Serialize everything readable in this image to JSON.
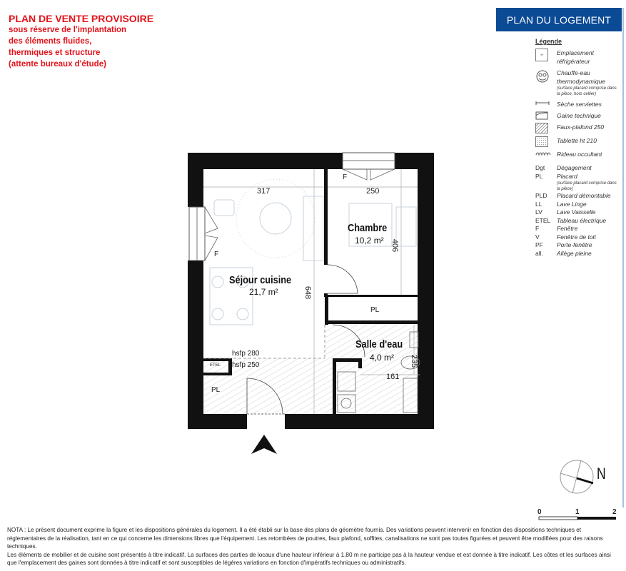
{
  "warning": {
    "title": "PLAN DE VENTE PROVISOIRE",
    "lines": [
      "sous réserve de l'implantation",
      "des éléments fluides,",
      "thermiques et structure",
      "(attente bureaux d'étude)"
    ]
  },
  "header": {
    "title": "PLAN DU LOGEMENT"
  },
  "legend": {
    "title": "Légende",
    "symbols": [
      {
        "icon": "fridge-location-icon",
        "label": "Emplacement réfrigérateur"
      },
      {
        "icon": "water-heater-icon",
        "label": "Chauffe-eau thermodynamique",
        "note": "(surface placard comprise dans la pièce, hors cellier)"
      },
      {
        "icon": "towel-dryer-icon",
        "label": "Sèche serviettes"
      },
      {
        "icon": "technical-duct-icon",
        "label": "Gaine technique"
      },
      {
        "icon": "false-ceiling-icon",
        "label": "Faux-plafond 250"
      },
      {
        "icon": "shelf-icon",
        "label": "Tablette ht 210"
      },
      {
        "icon": "blackout-curtain-icon",
        "label": "Rideau occultant"
      }
    ],
    "abbreviations": [
      {
        "abbr": "Dgt",
        "label": "Dégagement"
      },
      {
        "abbr": "PL",
        "label": "Placard",
        "note": "(surface placard comprise dans la pièce)"
      },
      {
        "abbr": "PLD",
        "label": "Placard démontable"
      },
      {
        "abbr": "LL",
        "label": "Lave Linge"
      },
      {
        "abbr": "LV",
        "label": "Lave Vaisselle"
      },
      {
        "abbr": "ETEL",
        "label": "Tableau électrique"
      },
      {
        "abbr": "F",
        "label": "Fenêtre"
      },
      {
        "abbr": "V",
        "label": "Fenêtre de toit"
      },
      {
        "abbr": "PF",
        "label": "Porte-fenêtre"
      },
      {
        "abbr": "all.",
        "label": "Allège pleine"
      }
    ]
  },
  "plan": {
    "rooms": [
      {
        "name": "Séjour cuisine",
        "area": "21,7 m²"
      },
      {
        "name": "Chambre",
        "area": "10,2 m²"
      },
      {
        "name": "Salle d'eau",
        "area": "4,0 m²"
      }
    ],
    "dimensions": {
      "sejour_width": "317",
      "sejour_depth": "648",
      "chambre_width": "250",
      "chambre_depth": "406",
      "sde_width": "161",
      "sde_depth": "235"
    },
    "labels": {
      "window": "F",
      "closet": "PL",
      "panel": "ETEL",
      "hsfp1": "hsfp 280",
      "hsfp2": "hsfp 250"
    }
  },
  "compass": {
    "north": "N"
  },
  "scale": {
    "ticks": [
      "0",
      "1",
      "2"
    ]
  },
  "nota": {
    "p1": "NOTA : Le présent document exprime la figure et les dispositions générales du logement. Il a été établi sur la base des plans de géomètre fournis. Des variations peuvent intervenir en fonction des dispositions techniques et réglementaires de la réalisation, tant en ce qui concerne les dimensions libres que l'équipement. Les retombées de poutres, faux plafond, soffites, canalisations ne sont pas toutes figurées et peuvent être modifiées pour des raisons techniques.",
    "p2": "Les éléments de mobilier et de cuisine sont présentés à titre indicatif. La surfaces des parties de locaux d'une hauteur inférieur à 1,80 m ne participe pas à la hauteur vendue et est donnée à titre indicatif. Les côtes et les surfaces ainsi que l'emplacement des gaines sont données à titre indicatif et sont susceptibles de légères variations en fonction d'impératifs techniques ou administratifs."
  }
}
